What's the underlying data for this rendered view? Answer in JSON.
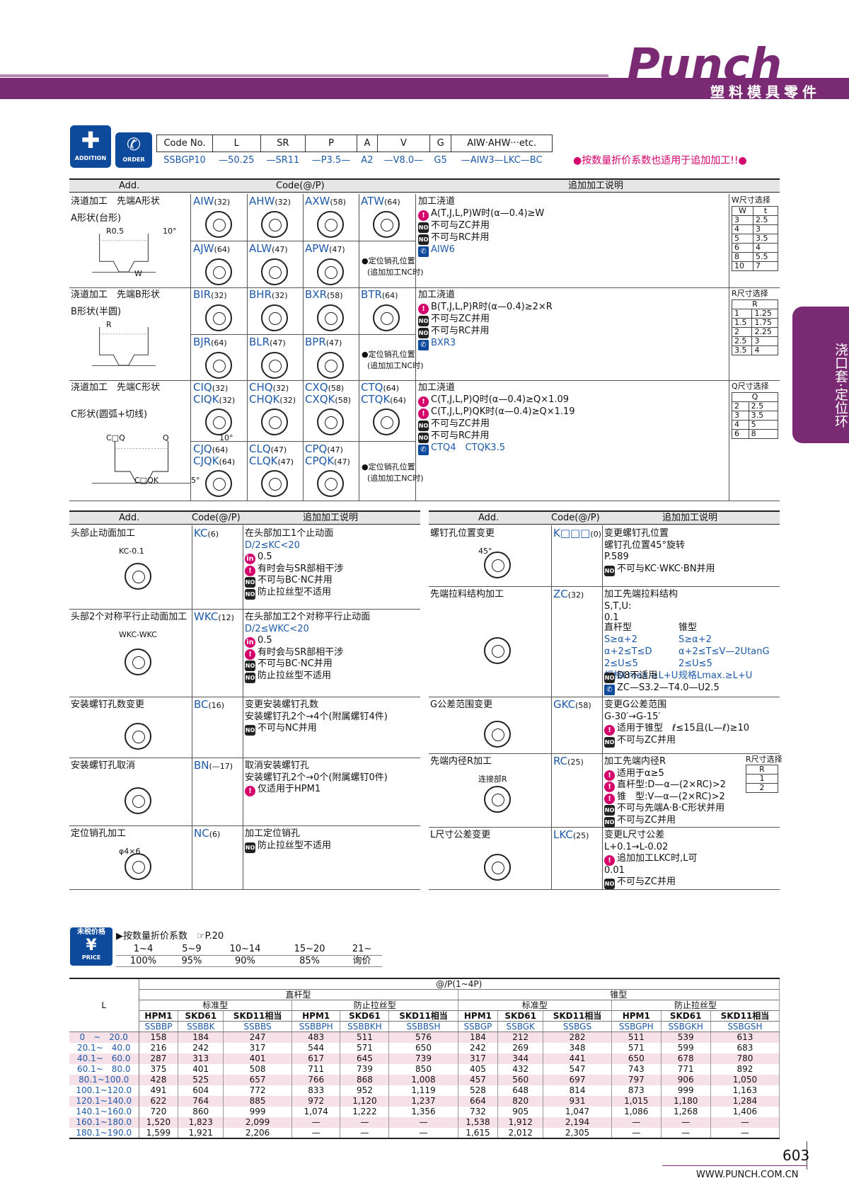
{
  "brand": {
    "logo": "Punch",
    "subtitle": "塑料模具零件",
    "side_tab": "浇口套·定位环",
    "page_number": "603",
    "website": "WWW.PUNCH.COM.CN"
  },
  "badges": {
    "addition": "ADDITION",
    "order": "ORDER",
    "price": "PRICE",
    "price_title": "未税价格"
  },
  "code_table": {
    "headers": [
      "Code No.",
      "L",
      "SR",
      "P",
      "A",
      "V",
      "G",
      "AIW·AHW···etc."
    ],
    "values": [
      "SSBGP10",
      "—50.25",
      "—SR11",
      "—P3.5—",
      "A2",
      "—V8.0—",
      "G5",
      "—AIW3—LKC—BC"
    ]
  },
  "notice": "●按数量折价系数也适用于追加加工!!●",
  "top_headers": {
    "add": "Add.",
    "code": "Code(@/P)",
    "desc": "追加加工说明"
  },
  "rows": [
    {
      "title": "浇道加工　先端A形状",
      "shape": "A形状(台形)",
      "dims": [
        "R0.5",
        "W",
        "10°"
      ],
      "codes_a": [
        [
          "AIW",
          "(32)"
        ],
        [
          "AHW",
          "(32)"
        ],
        [
          "AXW",
          "(58)"
        ],
        [
          "ATW",
          "(64)"
        ]
      ],
      "codes_b": [
        [
          "AJW",
          "(64)"
        ],
        [
          "ALW",
          "(47)"
        ],
        [
          "APW",
          "(47)"
        ]
      ],
      "note": [
        "●定位销孔位置",
        "(追加加工NC时)"
      ],
      "desc": [
        "加工浇道",
        "A(T,J,L,P)W时(α—0.4)≥W",
        "不可与ZC并用",
        "不可与RC并用",
        "AIW6"
      ],
      "side_title": "W尺寸选择",
      "side_head": [
        "W",
        "t"
      ],
      "side": [
        [
          "3",
          "2.5"
        ],
        [
          "4",
          "3"
        ],
        [
          "5",
          "3.5"
        ],
        [
          "6",
          "4"
        ],
        [
          "8",
          "5.5"
        ],
        [
          "10",
          "7"
        ]
      ]
    },
    {
      "title": "浇道加工　先端B形状",
      "shape": "B形状(半圆)",
      "dims": [
        "R"
      ],
      "codes_a": [
        [
          "BIR",
          "(32)"
        ],
        [
          "BHR",
          "(32)"
        ],
        [
          "BXR",
          "(58)"
        ],
        [
          "BTR",
          "(64)"
        ]
      ],
      "codes_b": [
        [
          "BJR",
          "(64)"
        ],
        [
          "BLR",
          "(47)"
        ],
        [
          "BPR",
          "(47)"
        ]
      ],
      "note": [
        "●定位销孔位置",
        "(追加加工NC时)"
      ],
      "desc": [
        "加工浇道",
        "B(T,J,L,P)R时(α—0.4)≥2×R",
        "不可与ZC并用",
        "不可与RC并用",
        "BXR3"
      ],
      "side_title": "R尺寸选择",
      "side_head": [
        "R"
      ],
      "side": [
        [
          "1",
          "1.25"
        ],
        [
          "1.5",
          "1.75"
        ],
        [
          "2",
          "2.25"
        ],
        [
          "2.5",
          "3"
        ],
        [
          "3.5",
          "4"
        ]
      ]
    },
    {
      "title": "浇道加工　先端C形状",
      "shape": "C形状(圆弧+切线)",
      "dims": [
        "C□Q",
        "C□QK",
        "Q",
        "5°",
        "10°"
      ],
      "codes_a": [
        [
          "CIQ",
          "(32)"
        ],
        [
          "CHQ",
          "(32)"
        ],
        [
          "CXQ",
          "(58)"
        ],
        [
          "CTQ",
          "(64)"
        ]
      ],
      "codes_a2": [
        [
          "CIQK",
          "(32)"
        ],
        [
          "CHQK",
          "(32)"
        ],
        [
          "CXQK",
          "(58)"
        ],
        [
          "CTQK",
          "(64)"
        ]
      ],
      "codes_b": [
        [
          "CJQ",
          "(64)"
        ],
        [
          "CLQ",
          "(47)"
        ],
        [
          "CPQ",
          "(47)"
        ]
      ],
      "codes_b2": [
        [
          "CJQK",
          "(64)"
        ],
        [
          "CLQK",
          "(47)"
        ],
        [
          "CPQK",
          "(47)"
        ]
      ],
      "note": [
        "●定位销孔位置",
        "(追加加工NC时)"
      ],
      "desc": [
        "加工浇道",
        "C(T,J,L,P)Q时(α—0.4)≥Q×1.09",
        "C(T,J,L,P)QK时(α—0.4)≥Q×1.19",
        "不可与ZC并用",
        "不可与RC并用",
        "CTQ4　CTQK3.5"
      ],
      "side_title": "Q尺寸选择",
      "side_head": [
        "Q"
      ],
      "side": [
        [
          "2",
          "2.5"
        ],
        [
          "3",
          "3.5"
        ],
        [
          "4",
          "5"
        ],
        [
          "6",
          "8"
        ]
      ]
    }
  ],
  "left_items": [
    {
      "title": "头部止动面加工",
      "code": "KC",
      "price": "(6)",
      "lines": [
        "在头部加工1个止动面",
        "D/2≤KC<20",
        "0.5",
        "有时会与SR部相干涉",
        "不可与BC·NC并用",
        "防止拉丝型不适用"
      ],
      "dim": "KC-0.1"
    },
    {
      "title": "头部2个对称平行止动面加工",
      "code": "WKC",
      "price": "(12)",
      "lines": [
        "在头部加工2个对称平行止动面",
        "D/2≤WKC<20",
        "0.5",
        "有时会与SR部相干涉",
        "不可与BC·NC并用",
        "防止拉丝型不适用"
      ],
      "dim": "WKC-WKC"
    },
    {
      "title": "安装螺钉孔数变更",
      "code": "BC",
      "price": "(16)",
      "lines": [
        "变更安装螺钉孔数",
        "安装螺钉孔2个→4个(附属螺钉4件)",
        "不可与NC并用"
      ]
    },
    {
      "title": "安装螺钉孔取消",
      "code": "BN",
      "price": "(—17)",
      "lines": [
        "取消安装螺钉孔",
        "安装螺钉孔2个→0个(附属螺钉0件)",
        "仅适用于HPM1"
      ]
    },
    {
      "title": "定位销孔加工",
      "code": "NC",
      "price": "(6)",
      "lines": [
        "加工定位销孔",
        "防止拉丝型不适用"
      ],
      "dim": "φ4×6"
    }
  ],
  "right_items": [
    {
      "title": "螺钉孔位置变更",
      "code": "K□□□",
      "price": "(0)",
      "lines": [
        "变更螺钉孔位置",
        "螺钉孔位置45°旋转",
        "P.589",
        "不可与KC·WKC·BN并用"
      ],
      "dim": "45°"
    },
    {
      "title": "先端拉料结构加工",
      "code": "ZC",
      "price": "(32)",
      "lines": [
        "加工先端拉料结构",
        "S,T,U:",
        "0.1"
      ],
      "cols": [
        [
          "直杆型",
          "S≥α+2",
          "α+2≤T≤D",
          "2≤U≤5",
          "规格Lmax.≥L+U"
        ],
        [
          "锥型",
          "S≥α+2",
          "α+2≤T≤V—2UtanG",
          "2≤U≤5",
          "规格Lmax.≥L+U"
        ]
      ],
      "foot": [
        "D8不适用",
        "ZC—S3.2—T4.0—U2.5"
      ]
    },
    {
      "title": "G公差范围变更",
      "code": "GKC",
      "price": "(58)",
      "lines": [
        "变更G公差范围",
        "G-30′→G-15′",
        "适用于锥型　ℓ≤15且(L—ℓ)≥10",
        "不可与ZC并用"
      ]
    },
    {
      "title": "先端内径R加工",
      "code": "RC",
      "price": "(25)",
      "lines": [
        "加工先端内径R",
        "适用于α≥5",
        "直杆型:D—α—(2×RC)>2",
        "锥　型:V—α—(2×RC)>2",
        "不可与先端A·B·C形状并用",
        "不可与ZC并用"
      ],
      "side_title": "R尺寸选择",
      "side": [
        "R",
        "1",
        "2"
      ],
      "dim": "连接部R"
    },
    {
      "title": "L尺寸公差变更",
      "code": "LKC",
      "price": "(25)",
      "lines": [
        "变更L尺寸公差",
        "L+0.1→L-0.02",
        "追加加工LKC时,L可",
        "0.01",
        "不可与ZC并用"
      ]
    }
  ],
  "price_discount": {
    "label": "▶按数量折价系数",
    "ref": "P.20",
    "qty": [
      "1~4",
      "5~9",
      "10~14",
      "15~20",
      "21~"
    ],
    "rate": [
      "100%",
      "95%",
      "90%",
      "85%",
      "询价"
    ]
  },
  "price_table": {
    "top": "@/P(1~4P)",
    "l_label": "L",
    "groups": [
      "直杆型",
      "锥型"
    ],
    "subgroups": [
      "标准型",
      "防止拉丝型",
      "标准型",
      "防止拉丝型"
    ],
    "materials": [
      "HPM1",
      "SKD61",
      "SKD11相当",
      "HPM1",
      "SKD61",
      "SKD11相当",
      "HPM1",
      "SKD61",
      "SKD11相当",
      "HPM1",
      "SKD61",
      "SKD11相当"
    ],
    "codes": [
      "SSBBP",
      "SSBBK",
      "SSBBS",
      "SSBBPH",
      "SSBBKH",
      "SSBBSH",
      "SSBGP",
      "SSBGK",
      "SSBGS",
      "SSBGPH",
      "SSBGKH",
      "SSBGSH"
    ],
    "rows": [
      [
        "0　~　20.0",
        "158",
        "184",
        "247",
        "483",
        "511",
        "576",
        "184",
        "212",
        "282",
        "511",
        "539",
        "613"
      ],
      [
        "20.1~　40.0",
        "216",
        "242",
        "317",
        "544",
        "571",
        "650",
        "242",
        "269",
        "348",
        "571",
        "599",
        "683"
      ],
      [
        "40.1~　60.0",
        "287",
        "313",
        "401",
        "617",
        "645",
        "739",
        "317",
        "344",
        "441",
        "650",
        "678",
        "780"
      ],
      [
        "60.1~　80.0",
        "375",
        "401",
        "508",
        "711",
        "739",
        "850",
        "405",
        "432",
        "547",
        "743",
        "771",
        "892"
      ],
      [
        "80.1~100.0",
        "428",
        "525",
        "657",
        "766",
        "868",
        "1,008",
        "457",
        "560",
        "697",
        "797",
        "906",
        "1,050"
      ],
      [
        "100.1~120.0",
        "491",
        "604",
        "772",
        "833",
        "952",
        "1,119",
        "528",
        "648",
        "814",
        "873",
        "999",
        "1,163"
      ],
      [
        "120.1~140.0",
        "622",
        "764",
        "885",
        "972",
        "1,120",
        "1,237",
        "664",
        "820",
        "931",
        "1,015",
        "1,180",
        "1,284"
      ],
      [
        "140.1~160.0",
        "720",
        "860",
        "999",
        "1,074",
        "1,222",
        "1,356",
        "732",
        "905",
        "1,047",
        "1,086",
        "1,268",
        "1,406"
      ],
      [
        "160.1~180.0",
        "1,520",
        "1,823",
        "2,099",
        "—",
        "—",
        "—",
        "1,538",
        "1,912",
        "2,194",
        "—",
        "—",
        "—"
      ],
      [
        "180.1~190.0",
        "1,599",
        "1,921",
        "2,206",
        "—",
        "—",
        "—",
        "1,615",
        "2,012",
        "2,305",
        "—",
        "—",
        "—"
      ]
    ]
  }
}
